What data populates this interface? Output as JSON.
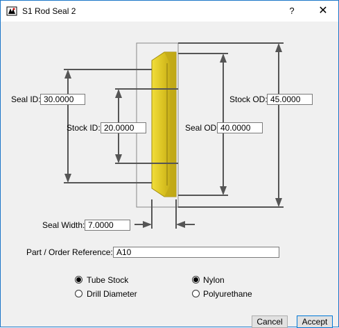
{
  "window": {
    "title": "S1 Rod Seal 2",
    "help": "?",
    "close": "✕"
  },
  "fields": {
    "seal_id": {
      "label": "Seal ID:",
      "value": "30.0000"
    },
    "stock_id": {
      "label": "Stock ID:",
      "value": "20.0000"
    },
    "seal_od": {
      "label": "Seal OD:",
      "value": "40.0000"
    },
    "stock_od": {
      "label": "Stock OD:",
      "value": "45.0000"
    },
    "seal_width": {
      "label": "Seal Width:",
      "value": "7.0000"
    },
    "part_ref": {
      "label": "Part / Order Reference:",
      "value": "A10"
    }
  },
  "stock_type": {
    "options": [
      {
        "label": "Tube Stock",
        "selected": true
      },
      {
        "label": "Drill Diameter",
        "selected": false
      }
    ]
  },
  "material": {
    "options": [
      {
        "label": "Nylon",
        "selected": true
      },
      {
        "label": "Polyurethane",
        "selected": false
      }
    ]
  },
  "buttons": {
    "cancel": "Cancel",
    "accept": "Accept"
  },
  "colors": {
    "seal": "#d8c020",
    "seal_dark": "#a08c10",
    "dim_line": "#555555",
    "border": "#1a76c8"
  },
  "icons": {
    "app": "app-logo-icon",
    "help": "help-icon",
    "close": "close-icon"
  }
}
